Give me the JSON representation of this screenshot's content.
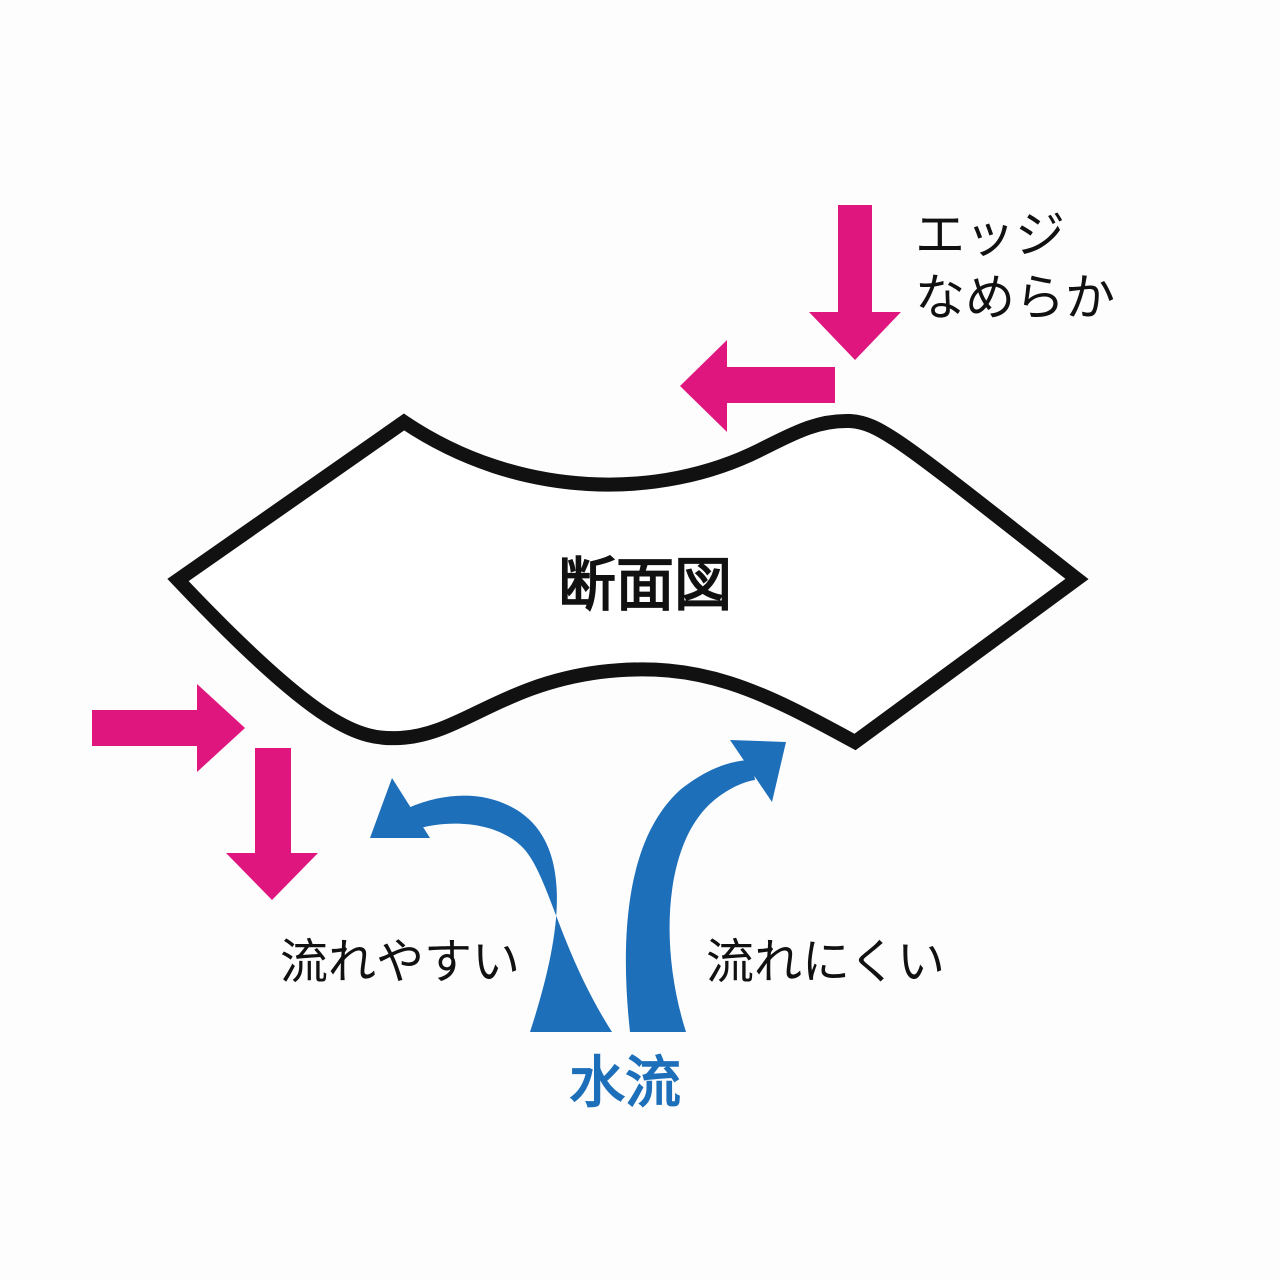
{
  "labels": {
    "edge_line1": "エッジ",
    "edge_line2": "なめらか",
    "cross_section": "断面図",
    "flows_easily": "流れやすい",
    "flows_hardly": "流れにくい",
    "water_flow": "水流"
  },
  "colors": {
    "magenta_arrow": "#e0167f",
    "blue_flow": "#1d6fba",
    "outline": "#111111",
    "text": "#111111"
  }
}
